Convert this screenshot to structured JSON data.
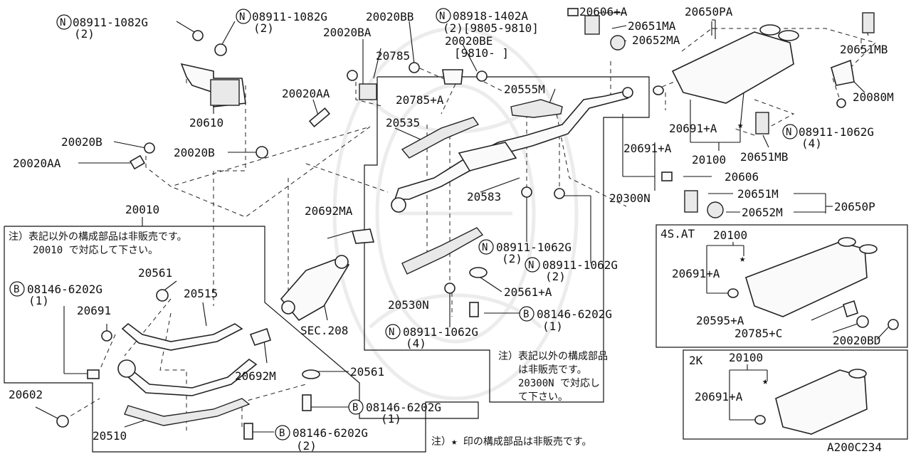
{
  "labels": {
    "p20010": "20010",
    "p20602": "20602",
    "p20510": "20510",
    "p20515": "20515",
    "p20561a": "20561",
    "p20691": "20691",
    "p08146_1": "08146-6202G",
    "p08146_1q": "(1)",
    "p20561b": "20561",
    "p08146_2": "08146-6202G",
    "p08146_2q": "(1)",
    "p08146_3": "08146-6202G",
    "p08146_3q": "(2)",
    "p20692m": "20692M",
    "p20692ma": "20692MA",
    "sec208": "SEC.208",
    "p20020aa_left": "20020AA",
    "p20020b_top": "20020B",
    "p20020b_mid": "20020B",
    "p20020aa_mid": "20020AA",
    "p20610": "20610",
    "p08911_a": "08911-1082G",
    "p08911_aq": "(2)",
    "p08911_b": "08911-1082G",
    "p08911_bq": "(2)",
    "p20020ba": "20020BA",
    "p20020bb": "20020BB",
    "p20785": "20785",
    "p20785a": "20785+A",
    "p08918": "08918-1402A",
    "p08918q": "(2)[9805-9810]",
    "p20020be": "20020BE",
    "p20020be_range": "[9810-      ]",
    "p20555m": "20555M",
    "p20535": "20535",
    "p20583": "20583",
    "p20530n": "20530N",
    "p08911_c": "08911-1062G",
    "p08911_cq": "(2)",
    "p08911_d": "08911-1062G",
    "p08911_dq": "(2)",
    "p20561pa": "20561+A",
    "p08146_4": "08146-6202G",
    "p08146_4q": "(1)",
    "p08911_e": "08911-1062G",
    "p08911_eq": "(4)",
    "p20606a": "20606+A",
    "p20650pa": "20650PA",
    "p20651ma": "20651MA",
    "p20652ma": "20652MA",
    "p20651mb_top": "20651MB",
    "p20080m": "20080M",
    "p20691a_main": "20691+A",
    "p20691a_mid": "20691+A",
    "p20100_main": "20100",
    "p20651mb_mid": "20651MB",
    "p08911_f": "08911-1062G",
    "p08911_fq": "(4)",
    "p20606": "20606",
    "p20300n": "20300N",
    "p20651m": "20651M",
    "p20652m": "20652M",
    "p20650p": "20650P",
    "at_title": "4S.AT",
    "at_20100": "20100",
    "at_20691a": "20691+A",
    "at_20595a": "20595+A",
    "at_20785c": "20785+C",
    "at_20020bd": "20020BD",
    "k2_title": "2K",
    "k2_20100": "20100",
    "k2_20691a": "20691+A",
    "code": "A200C234",
    "circN": "N",
    "circB": "B",
    "star": "★"
  },
  "notes": {
    "left_1": "注）表記以外の構成部品は非販売です。",
    "left_2": "20010 で対応して下さい。",
    "right_1": "注）表記以外の構成部品",
    "right_2": "は非販売です。",
    "right_3": "20300N で対応し",
    "right_4": "て下さい。",
    "bottom": "注）★ 印の構成部品は非販売です。"
  }
}
